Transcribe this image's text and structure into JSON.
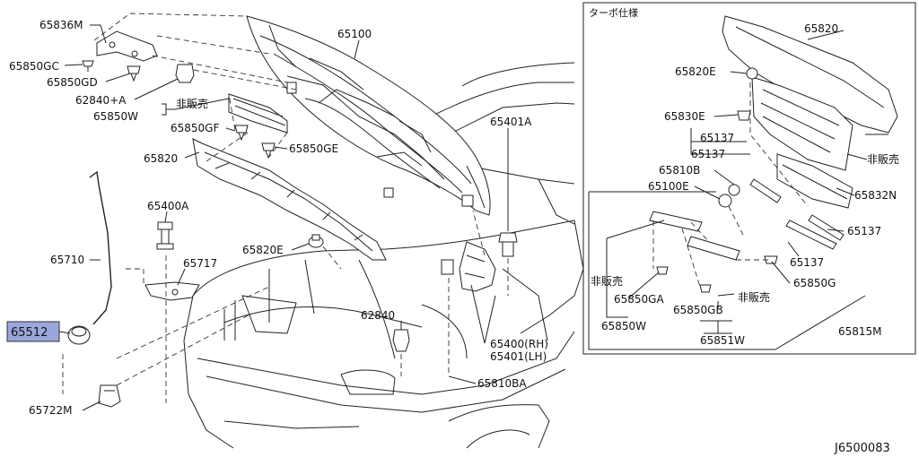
{
  "diagram_id": "J6500083",
  "inset_title": "ターボ仕様",
  "highlight_color": "#9aa7dc",
  "labels": {
    "p65836M": "65836M",
    "p65850GC": "65850GC",
    "p65850GD": "65850GD",
    "p62840A": "62840+A",
    "p65850W": "65850W",
    "notForSale1": "非販売",
    "p65850GF": "65850GF",
    "p65850GE": "65850GE",
    "p65820": "65820",
    "p65100": "65100",
    "p65401A": "65401A",
    "p65400A": "65400A",
    "p65710": "65710",
    "p65717": "65717",
    "p65820E": "65820E",
    "p65512": "65512",
    "p62840": "62840",
    "p65400RH": "65400(RH)",
    "p65401LH": "65401(LH)",
    "p65810BA": "65810BA",
    "p65722M": "65722M"
  },
  "inset_labels": {
    "p65820": "65820",
    "p65820E": "65820E",
    "p65830E": "65830E",
    "p65137a": "65137",
    "p65137b": "65137",
    "p65810B": "65810B",
    "p65100E": "65100E",
    "notForSale2": "非販売",
    "p65832N": "65832N",
    "p65137c": "65137",
    "p65137d": "65137",
    "p65850G": "65850G",
    "notForSale3": "非販売",
    "p65850GA": "65850GA",
    "p65850GB": "65850GB",
    "notForSale4": "非販売",
    "p65850W": "65850W",
    "p65851W": "65851W",
    "p65815M": "65815M"
  }
}
